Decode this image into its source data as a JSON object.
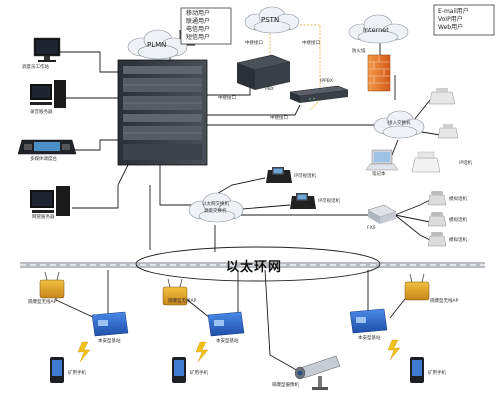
{
  "clouds": {
    "plmn": "PLMN",
    "pstn": "PSTN",
    "internet": "Internet",
    "lan_left": "以太网交换机",
    "lan_right": "调度交换机",
    "access": "接入交换机"
  },
  "service_boxes": {
    "plmn_users": [
      "移动用户",
      "联通用户",
      "电信用户",
      "短信用户"
    ],
    "internet_users": [
      "E-mail用户",
      "VoIP用户",
      "Web用户"
    ]
  },
  "ring_title": "以太环网",
  "device_labels": {
    "pc1": "调度员工作站",
    "pc2": "录音服务器",
    "console": "多媒体调度台",
    "pc3": "网管服务器",
    "pbx": "PBX",
    "ippbx": "IPPBX",
    "firewall": "防火墙",
    "ipphone1": "IP可视话机",
    "ipphone2": "IP可视话机",
    "fxs": "FXS",
    "analog1": "模拟话机",
    "analog2": "模拟话机",
    "analog3": "模拟话机",
    "printer": "IP话机",
    "laptop": "笔记本",
    "relay1": "中继接口",
    "relay2": "中继接口",
    "relay3": "中继接口",
    "relay4": "中继接口",
    "bs1": "本安型基站",
    "bs2": "本安型基站",
    "bs3": "本安型基站",
    "ap1": "隔爆型无线AP",
    "ap2": "隔爆型无线AP",
    "ap3": "隔爆型无线AP",
    "phone1": "矿用手机",
    "phone2": "矿用手机",
    "phone3": "矿用手机",
    "camera": "隔爆型摄像机"
  },
  "colors": {
    "line": "#1a1a1a",
    "pstn_dash": "#e8b84a",
    "ring_track": "#9aa0a6",
    "cloud_fill": "#eef1f5",
    "base_station": "#2f6fd0",
    "ap": "#e0a020",
    "firewall": "#e8742a"
  }
}
